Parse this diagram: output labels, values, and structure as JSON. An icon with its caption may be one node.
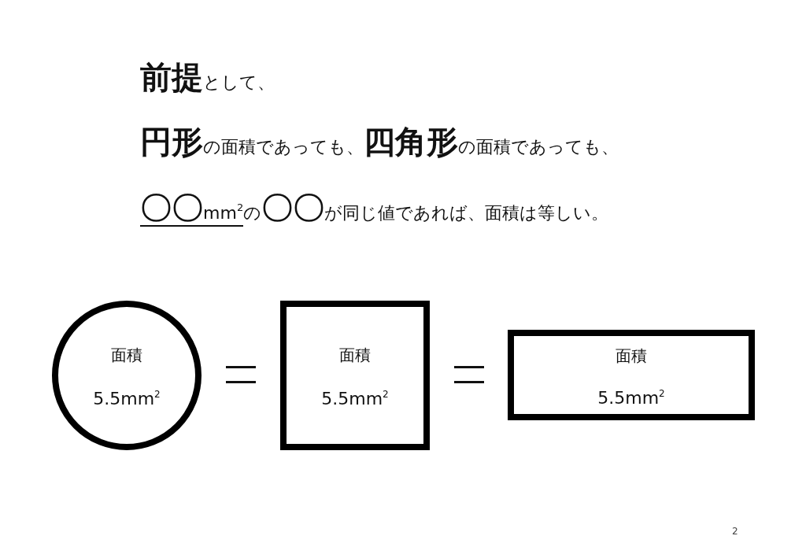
{
  "diagram": {
    "nodes": [
      {
        "text": [
          "面積",
          "5.5mm$^{2}$"
        ]
      },
      {
        "text": [
          "面積",
          "5.5mm$^{2}$"
        ]
      },
      {
        "text": [
          "面積",
          "5.5mm$^{2}$"
        ]
      }
    ],
    "edges": [],
    "labels": [
      "**前提**として、",
      "**円形**の面積であっても、**四角形**の面積であっても、",
      "**〇〇**mm$^{2}$の**〇〇**が同じ値であれば、面積は等しい。",
      "2"
    ]
  }
}
